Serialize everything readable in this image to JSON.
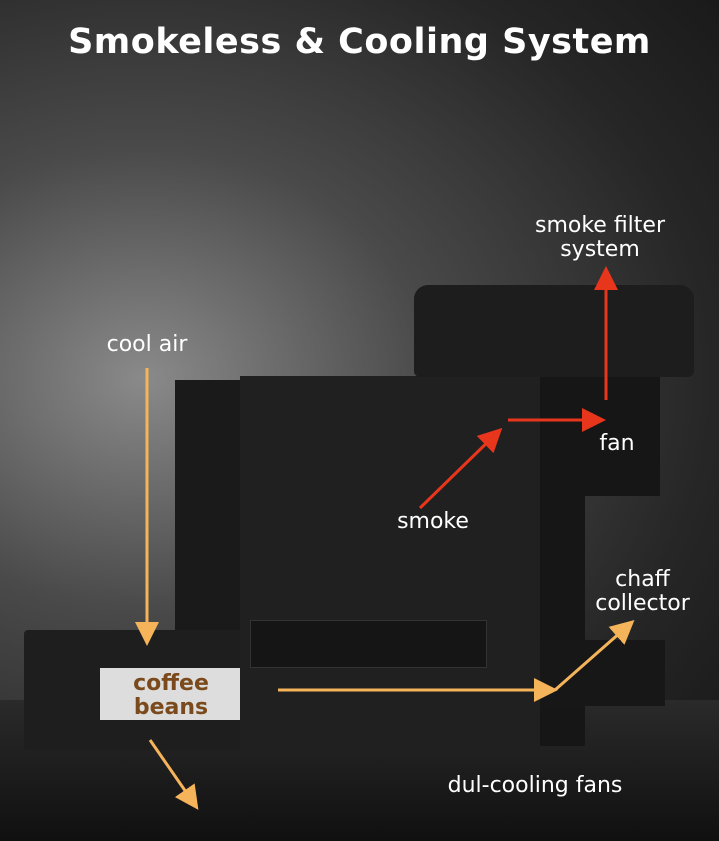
{
  "title": "Smokeless & Cooling System",
  "labels": {
    "smoke_filter_line1": "smoke filter",
    "smoke_filter_line2": "system",
    "cool_air": "cool air",
    "fan": "fan",
    "smoke": "smoke",
    "chaff_line1": "chaff",
    "chaff_line2": "collector",
    "beans_line1": "coffee",
    "beans_line2": "beans",
    "cooling_fans": "dul-cooling fans"
  },
  "colors": {
    "orange_arrow": "#f6b45a",
    "red_arrow": "#e8361c",
    "beans_text": "#7a4a1c"
  }
}
